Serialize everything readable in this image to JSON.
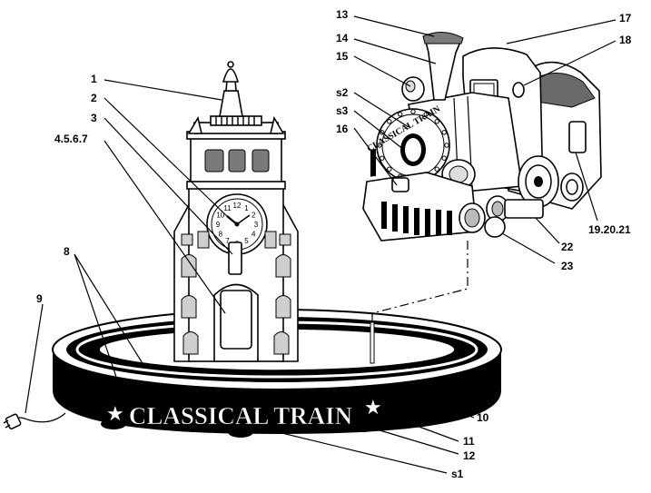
{
  "base": {
    "name_text": "CLASSICAL TRAIN",
    "train_sign_text": "CLASSICAL TRAIN"
  },
  "clock": {
    "numerals": [
      "12",
      "1",
      "2",
      "3",
      "4",
      "5",
      "6",
      "7",
      "8",
      "9",
      "10",
      "11"
    ]
  },
  "callouts": [
    {
      "id": "c1",
      "text": "1"
    },
    {
      "id": "c2",
      "text": "2"
    },
    {
      "id": "c3",
      "text": "3"
    },
    {
      "id": "c4567",
      "text": "4.5.6.7"
    },
    {
      "id": "c8",
      "text": "8"
    },
    {
      "id": "c9",
      "text": "9"
    },
    {
      "id": "c10",
      "text": "10"
    },
    {
      "id": "c11",
      "text": "11"
    },
    {
      "id": "c12",
      "text": "12"
    },
    {
      "id": "cs1",
      "text": "s1"
    },
    {
      "id": "c13",
      "text": "13"
    },
    {
      "id": "c14",
      "text": "14"
    },
    {
      "id": "c15",
      "text": "15"
    },
    {
      "id": "cs2",
      "text": "s2"
    },
    {
      "id": "cs3",
      "text": "s3"
    },
    {
      "id": "c16",
      "text": "16"
    },
    {
      "id": "c17",
      "text": "17"
    },
    {
      "id": "c18",
      "text": "18"
    },
    {
      "id": "c192021",
      "text": "19.20.21"
    },
    {
      "id": "c22",
      "text": "22"
    },
    {
      "id": "c23",
      "text": "23"
    }
  ]
}
